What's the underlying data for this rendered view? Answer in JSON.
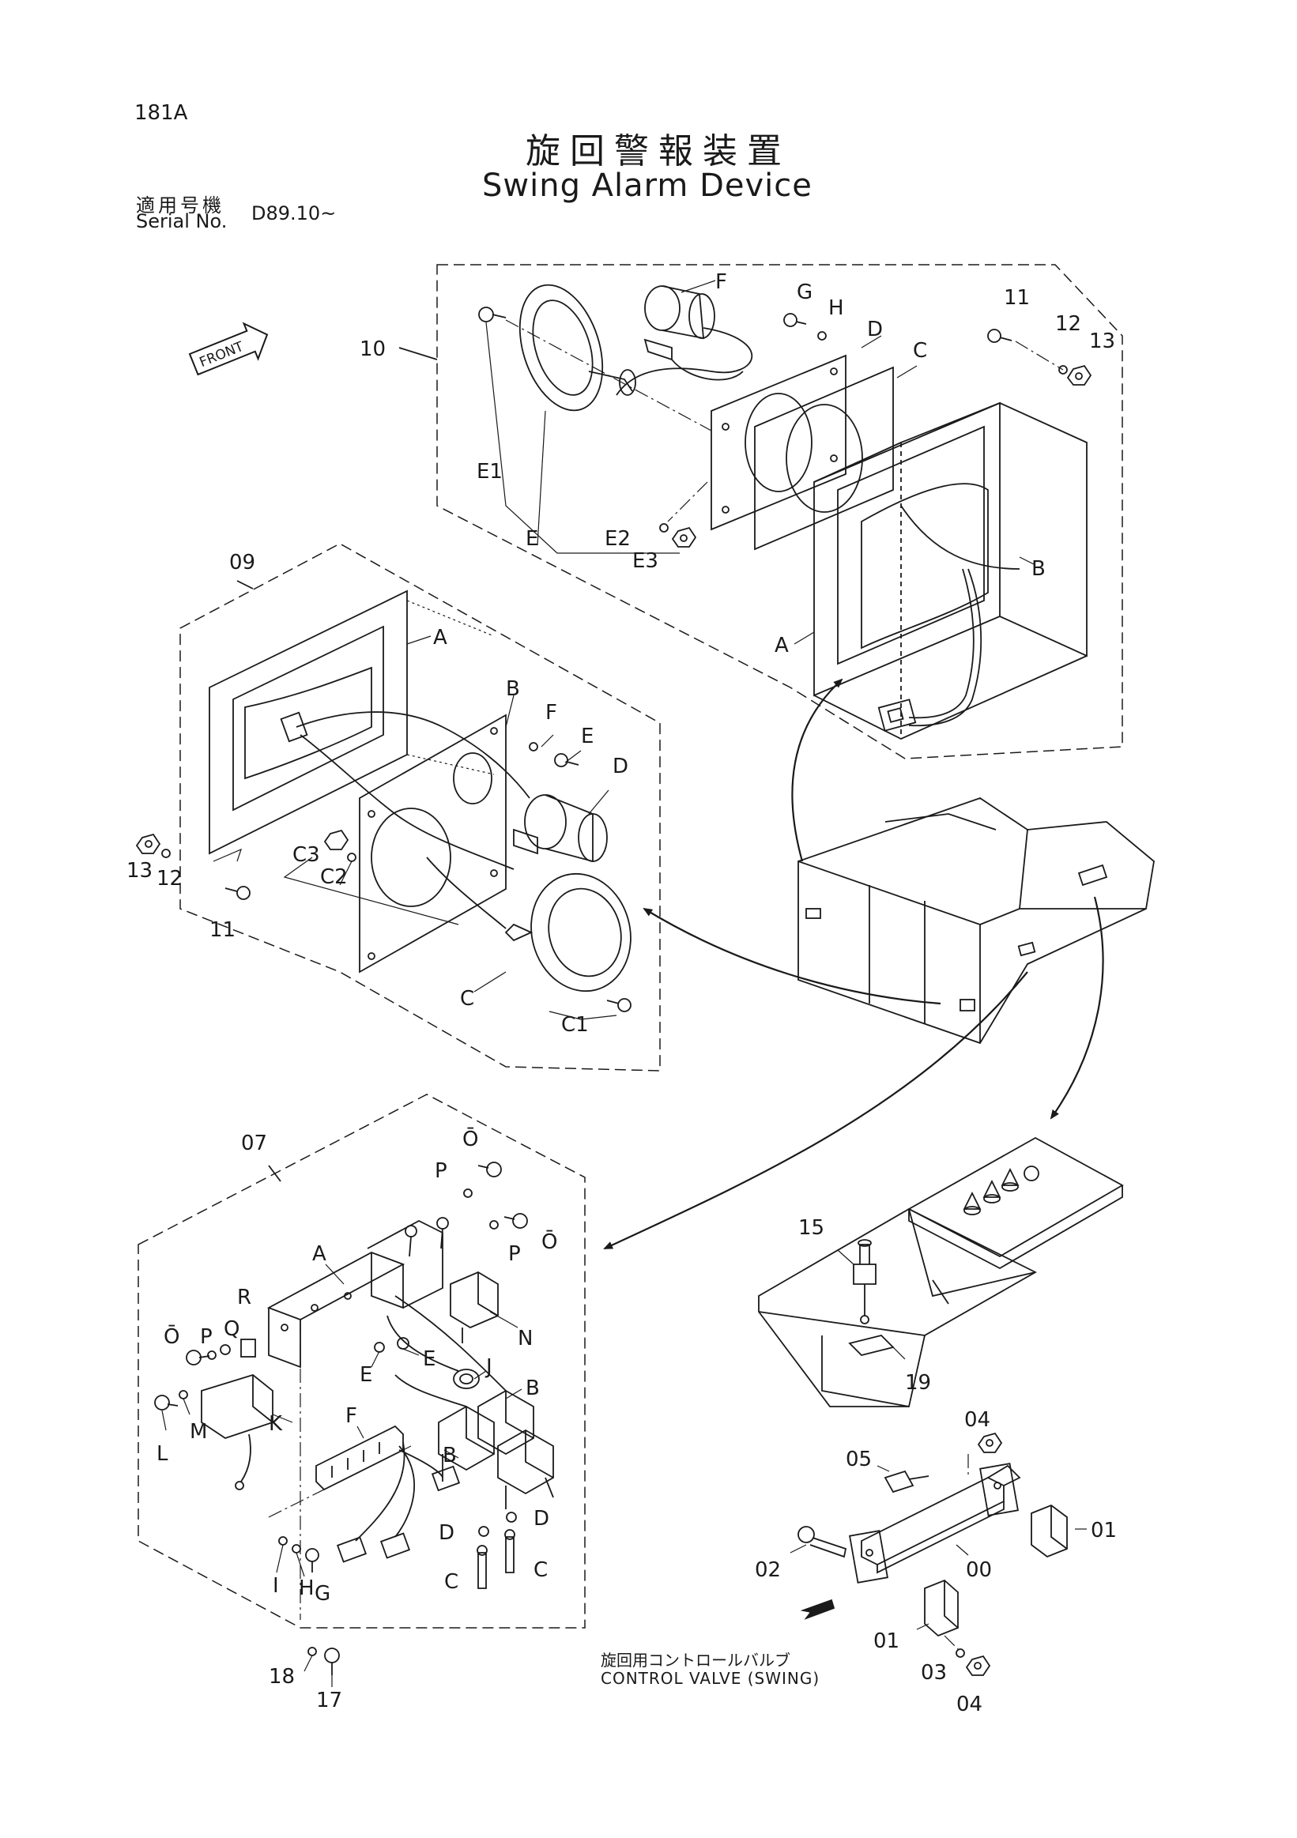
{
  "header": {
    "page_number": "181A",
    "title_jp": "旋回警報装置",
    "title_en": "Swing Alarm Device",
    "serial_label_jp": "適用号機",
    "serial_label_en": "Serial No.",
    "serial_value": "D89.10~"
  },
  "front_label": "FRONT",
  "control_valve": {
    "label_jp": "旋回用コントロールバルブ",
    "label_en": "CONTROL VALVE (SWING)"
  },
  "callouts": {
    "g10": {
      "group": "10",
      "E1": "E1",
      "E": "E",
      "E2": "E2",
      "E3": "E3",
      "F": "F",
      "G": "G",
      "H": "H",
      "D": "D",
      "C": "C",
      "A": "A",
      "B": "B",
      "n11": "11",
      "n12": "12",
      "n13": "13"
    },
    "g09": {
      "group": "09",
      "A": "A",
      "B": "B",
      "F": "F",
      "E": "E",
      "D": "D",
      "C3": "C3",
      "C2": "C2",
      "C": "C",
      "C1": "C1",
      "n13": "13",
      "n12": "12",
      "n11": "11"
    },
    "g07": {
      "group": "07",
      "O_top": "Ō",
      "P_top": "P",
      "O_right": "Ō",
      "P_right": "P",
      "A": "A",
      "R": "R",
      "Q": "Q",
      "P_left": "P",
      "O_left": "Ō",
      "N": "N",
      "E1": "E",
      "E2": "E",
      "J": "J",
      "K": "K",
      "M": "M",
      "L": "L",
      "B1": "B",
      "B2": "B",
      "F": "F",
      "D1": "D",
      "D2": "D",
      "C1": "C",
      "C2": "C",
      "I": "I",
      "H": "H",
      "G": "G",
      "n18": "18",
      "n17": "17"
    },
    "other": {
      "n15": "15",
      "n19": "19",
      "n04a": "04",
      "n05": "05",
      "n02": "02",
      "n00": "00",
      "n01a": "01",
      "n01b": "01",
      "n03": "03",
      "n04b": "04"
    }
  }
}
